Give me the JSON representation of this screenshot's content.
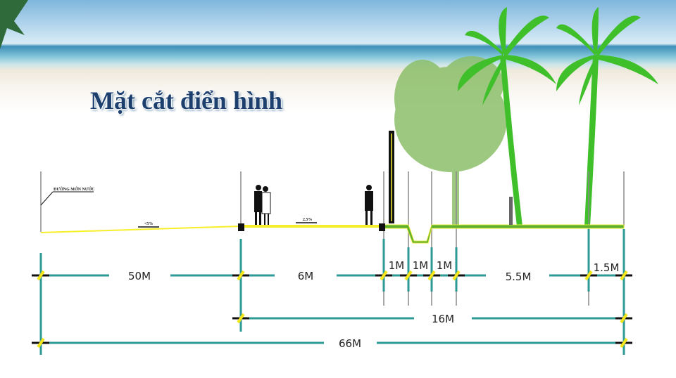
{
  "title": "Mặt cắt điển hình",
  "annotations": {
    "water_line_label": "ĐƯỜNG MỚN NƯỚC",
    "slope_left": "<5%",
    "slope_walkway": "2.5%"
  },
  "dimensions": {
    "row1": [
      "50M",
      "6M",
      "1M",
      "1M",
      "1M",
      "5.5M",
      "1.5M"
    ],
    "row2": "16M",
    "row3": "66M"
  },
  "colors": {
    "title": "#1d3f6e",
    "dimension_line": "#2e9a96",
    "tick": "#f5e71c",
    "walkway": "#f7ee2a",
    "green_strip": "#5aaf2e",
    "palm": "#3fbf2a",
    "tree": "#8cbf6a"
  }
}
